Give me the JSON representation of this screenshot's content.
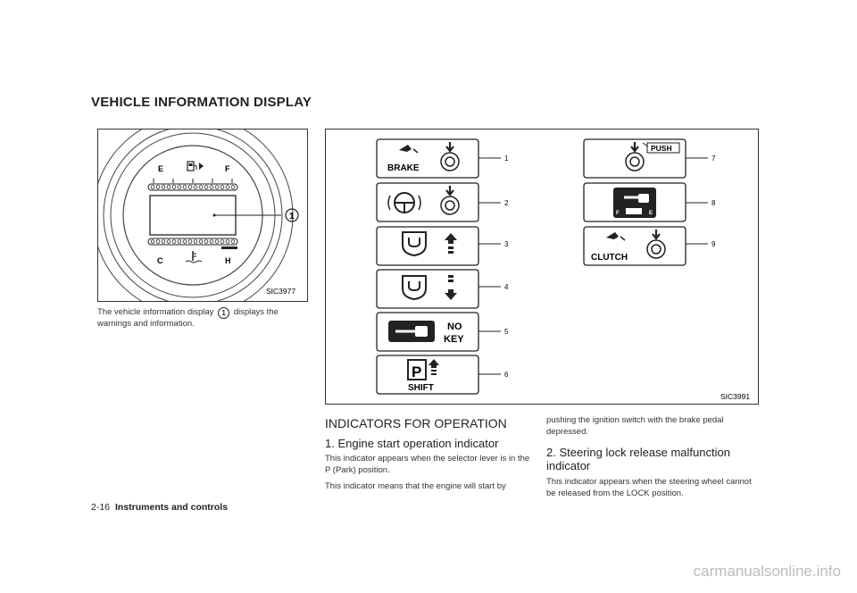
{
  "section_title": "VEHICLE INFORMATION DISPLAY",
  "figure1": {
    "code": "SIC3977",
    "gauge_labels": {
      "e": "E",
      "f": "F",
      "c": "C",
      "h": "H"
    },
    "callout": "1"
  },
  "caption1": {
    "before": "The vehicle information display",
    "marker": "1",
    "after": "displays the warnings and information."
  },
  "figure2": {
    "code": "SIC3991",
    "left_indicators": [
      {
        "num": "1",
        "label": "BRAKE"
      },
      {
        "num": "2",
        "label": ""
      },
      {
        "num": "3",
        "label": ""
      },
      {
        "num": "4",
        "label": ""
      },
      {
        "num": "5",
        "label": "NO KEY"
      },
      {
        "num": "6",
        "label": "SHIFT"
      }
    ],
    "right_indicators": [
      {
        "num": "7",
        "label": "PUSH"
      },
      {
        "num": "8",
        "label": ""
      },
      {
        "num": "9",
        "label": "CLUTCH"
      }
    ],
    "key_labels": {
      "f": "F",
      "e": "E"
    },
    "p_label": "P",
    "no_label": "NO",
    "key_label": "KEY"
  },
  "indicators_heading": "INDICATORS FOR OPERATION",
  "item1": {
    "heading": "1. Engine start operation indicator",
    "para1": "This indicator appears when the selector lever is in the P (Park) position.",
    "para2": "This indicator means that the engine will start by",
    "para2_cont": "pushing the ignition switch with the brake pedal depressed."
  },
  "item2": {
    "heading": "2. Steering lock release malfunction indicator",
    "para1": "This indicator appears when the steering wheel cannot be released from the LOCK position."
  },
  "footer": {
    "page": "2-16",
    "chapter": "Instruments and controls"
  },
  "watermark": "carmanualsonline.info"
}
